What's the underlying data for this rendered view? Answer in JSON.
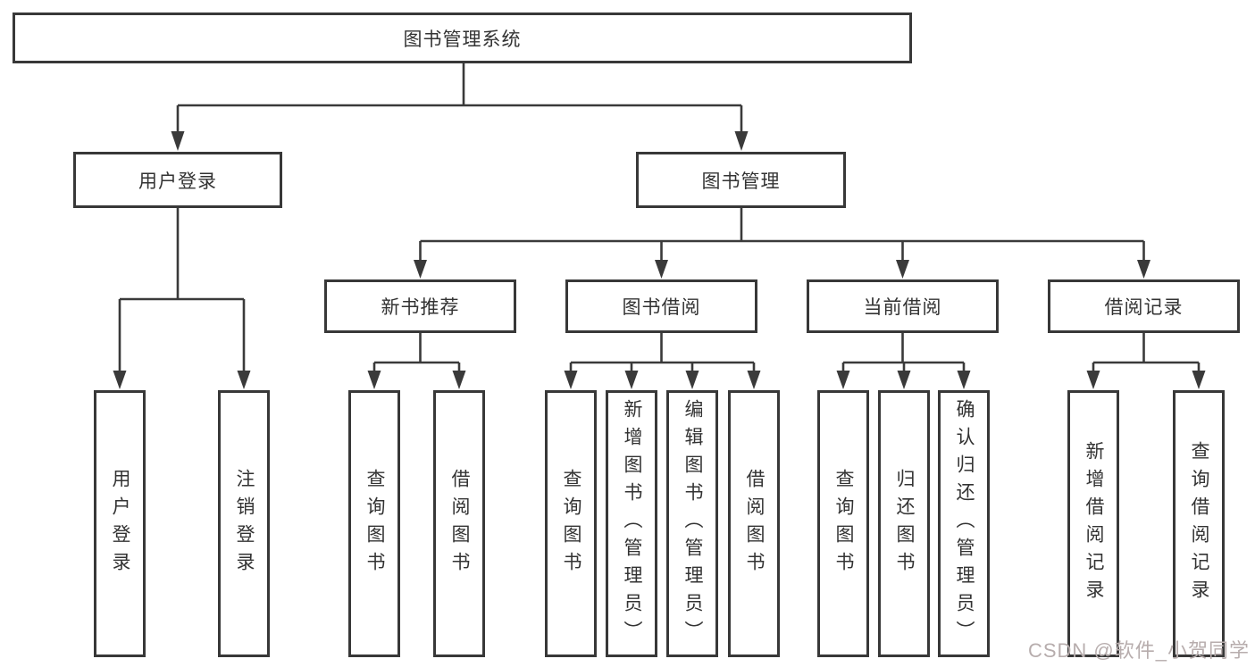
{
  "nodes": {
    "root": "图书管理系统",
    "level1": [
      "用户登录",
      "图书管理"
    ],
    "level2": [
      "新书推荐",
      "图书借阅",
      "当前借阅",
      "借阅记录"
    ],
    "leaves": {
      "login": [
        "用户登录",
        "注销登录"
      ],
      "recommend": [
        "查询图书",
        "借阅图书"
      ],
      "borrow": [
        "查询图书",
        "新增图书（管理员）",
        "编辑图书（管理员）",
        "借阅图书"
      ],
      "current": [
        "查询图书",
        "归还图书",
        "确认归还（管理员）"
      ],
      "record": [
        "新增借阅记录",
        "查询借阅记录"
      ]
    }
  },
  "watermark": "CSDN @软件_小贺同学",
  "colors": {
    "line": "#3a3a3a",
    "box_border": "#383838",
    "text": "#333333",
    "watermark": "#b7adab",
    "background": "#ffffff"
  }
}
